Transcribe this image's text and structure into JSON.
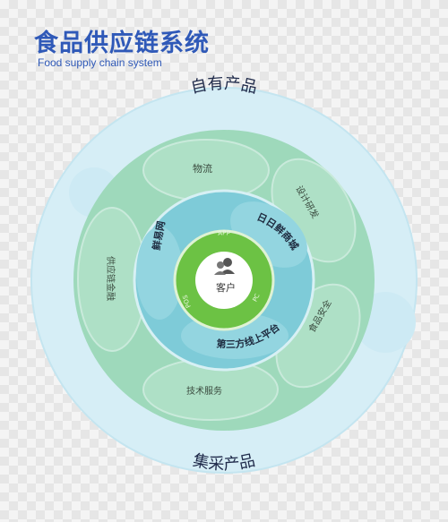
{
  "header": {
    "title": "食品供应链系统",
    "subtitle": "Food supply chain system"
  },
  "outer_ring": {
    "top_label": "自有产品",
    "bottom_label": "集采产品"
  },
  "middle_ring": {
    "segments": [
      "物流",
      "设计研发",
      "食品安全",
      "技术服务",
      "供应链金融"
    ]
  },
  "inner_ring": {
    "labels": [
      "日日鲜商城",
      "鲜易网",
      "第三方线上平台"
    ]
  },
  "core_ring": {
    "labels": [
      "APP",
      "PC",
      "POS"
    ]
  },
  "center": {
    "icon": "users-icon",
    "label": "客户"
  },
  "colors": {
    "title_blue": "#2f59b8",
    "outer_ring": "#d6eef6",
    "middle_ring": "#9ed9bb",
    "middle_ring_dark": "#85cca8",
    "inner_ring": "#7ecbd8",
    "core_ring": "#6cc244",
    "center": "#ffffff"
  }
}
